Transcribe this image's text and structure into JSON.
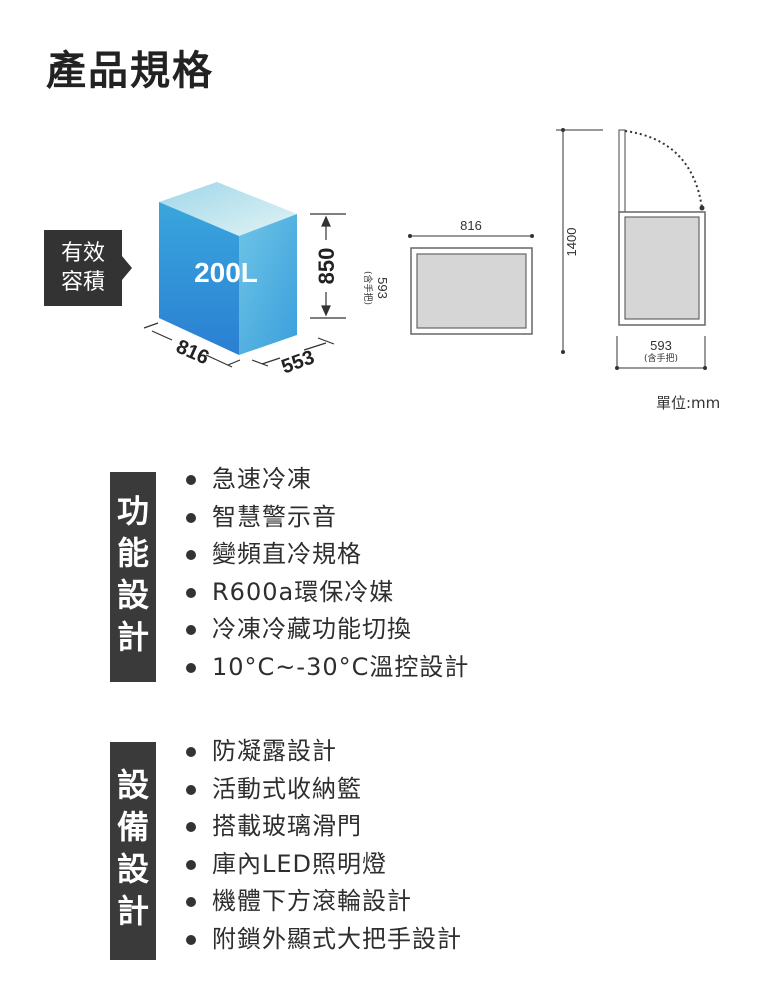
{
  "title": "產品規格",
  "volume": {
    "label_line1": "有效",
    "label_line2": "容積",
    "value": "200L"
  },
  "dims": {
    "width": "816",
    "depth": "553",
    "height": "850",
    "front_width": "816",
    "side_depth": "593",
    "side_depth_note": "(含手把)",
    "open_height": "1400"
  },
  "unit": "單位:mm",
  "sections": [
    {
      "title_chars": [
        "功",
        "能",
        "設",
        "計"
      ],
      "items": [
        "急速冷凍",
        "智慧警示音",
        "變頻直冷規格",
        "R600a環保冷媒",
        "冷凍冷藏功能切換",
        "10°C~-30°C溫控設計"
      ]
    },
    {
      "title_chars": [
        "設",
        "備",
        "設",
        "計"
      ],
      "items": [
        "防凝露設計",
        "活動式收納籃",
        "搭載玻璃滑門",
        "庫內LED照明燈",
        "機體下方滾輪設計",
        "附鎖外顯式大把手設計"
      ]
    }
  ],
  "colors": {
    "cube_front": "#2f8fd8",
    "cube_top": "#bfe6ee",
    "cube_side": "#63b7e2",
    "panel": "#3a3a3a"
  }
}
